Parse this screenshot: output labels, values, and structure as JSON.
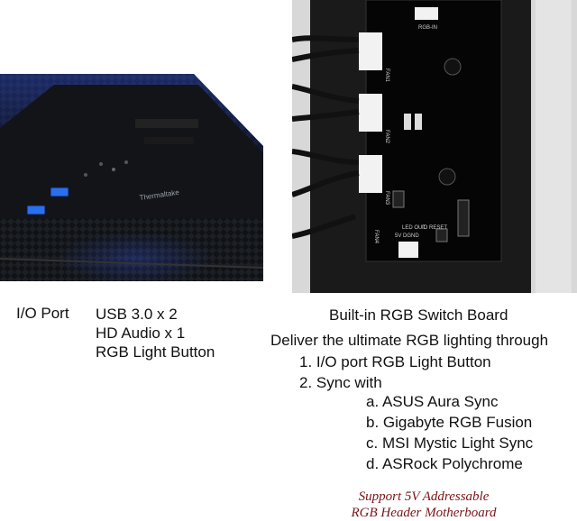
{
  "io_port": {
    "label": "I/O Port",
    "items": [
      "USB 3.0 x 2",
      "HD Audio x 1",
      "RGB Light Button"
    ]
  },
  "case_photo": {
    "logo_text": "Thermaltake",
    "accent": "#2f4fd6"
  },
  "switch_board": {
    "title": "Built-in RGB Switch Board",
    "lead": "Deliver the ultimate RGB lighting through",
    "steps": [
      "1. I/O port RGB Light Button",
      "2. Sync with"
    ],
    "sync_options": [
      "a. ASUS Aura Sync",
      "b. Gigabyte RGB Fusion",
      "c. MSI Mystic Light Sync",
      "d. ASRock Polychrome"
    ],
    "board_labels": [
      "FAN1",
      "FAN2",
      "FAN3",
      "FAN4",
      "LED OUT",
      "IO RESET",
      "5V DGND",
      "RGB-IN"
    ]
  },
  "support_note": {
    "line1": "Support 5V Addressable",
    "line2": "RGB Header Motherboard",
    "color": "#7a1418"
  }
}
